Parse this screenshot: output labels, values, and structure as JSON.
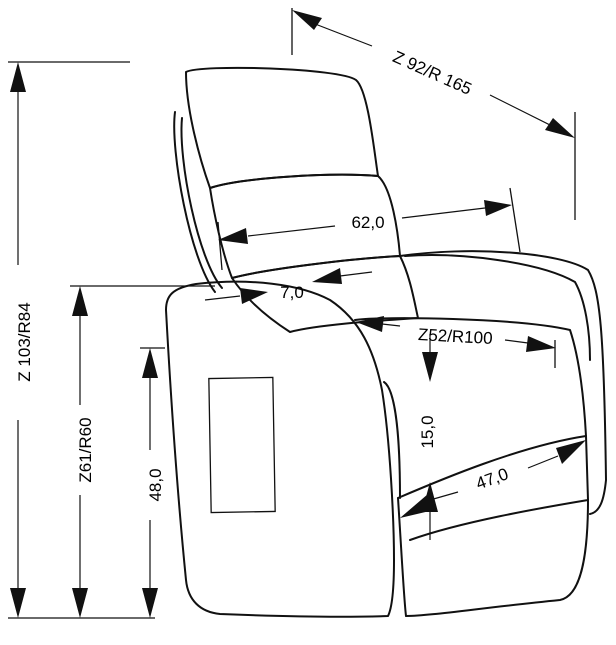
{
  "dimensions": {
    "depth": "Z 92/R 165",
    "total_height": "Z 103/R84",
    "armrest_height": "Z61/R60",
    "seat_height": "48,0",
    "backrest_width": "62,0",
    "armrest_width": "7,0",
    "seat_depth": "Z52/R100",
    "seat_cushion": "15,0",
    "seat_width": "47,0"
  }
}
